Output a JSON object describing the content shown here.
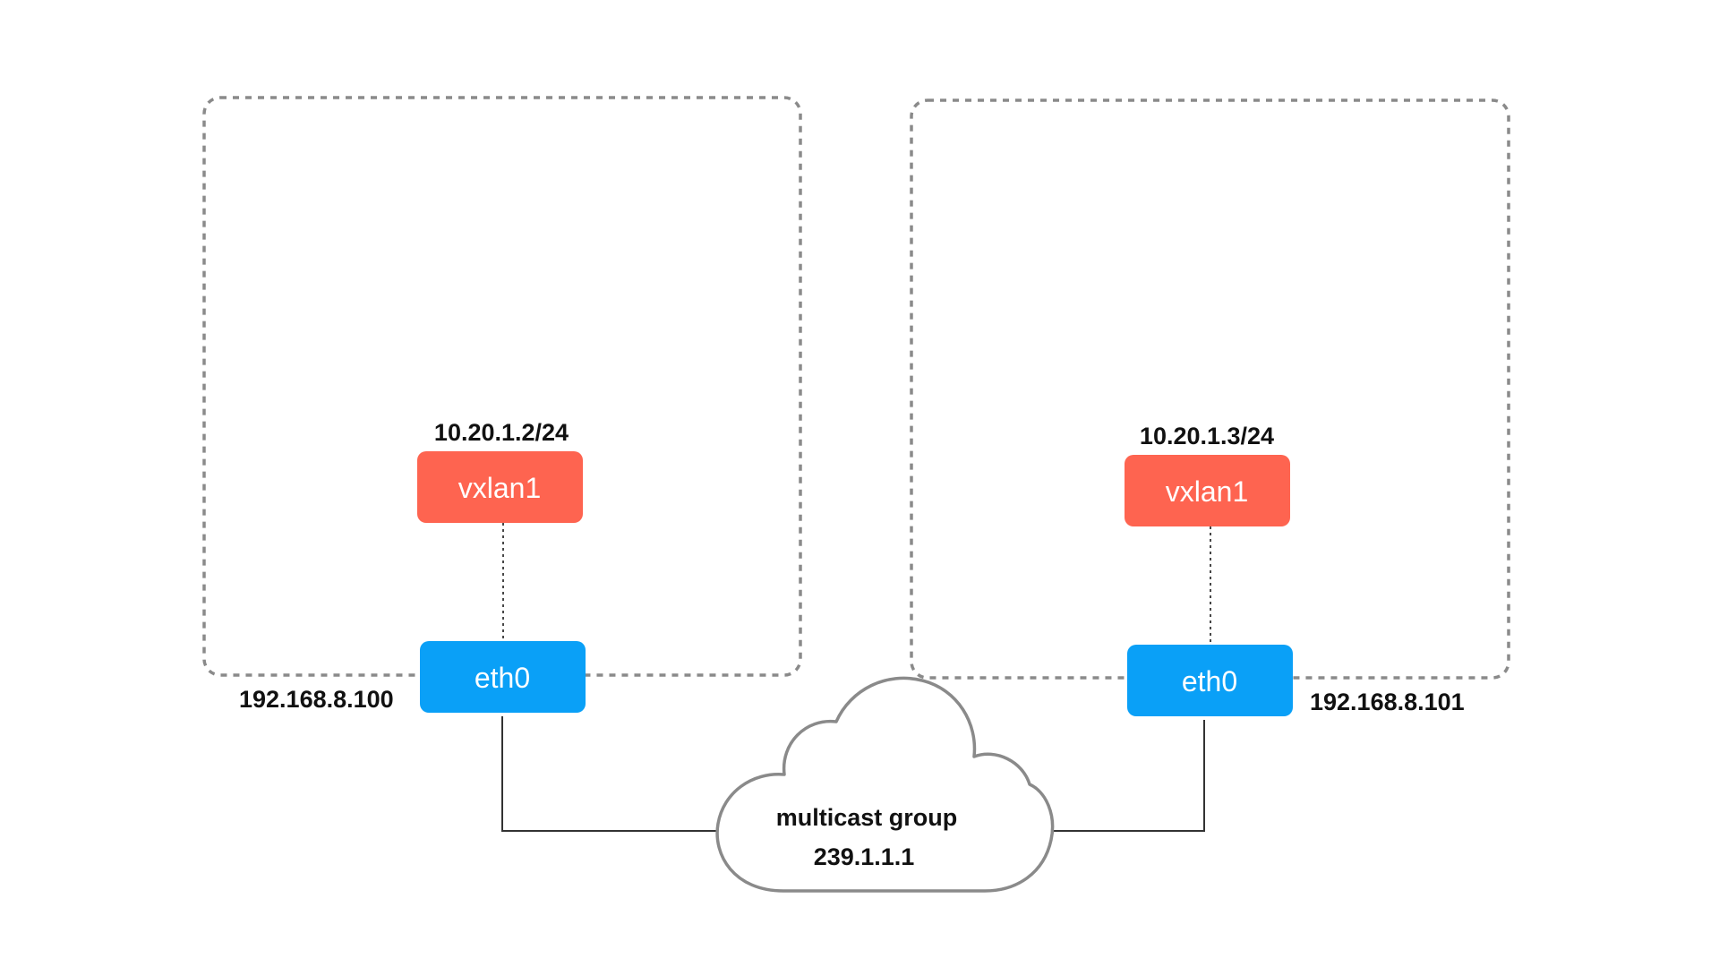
{
  "colors": {
    "vxlan": "#fe6450",
    "eth": "#0aa0f7",
    "dashed_border": "#8a8a8a",
    "line": "#333333"
  },
  "hosts": [
    {
      "vxlan": {
        "label": "vxlan1",
        "ip": "10.20.1.2/24"
      },
      "eth": {
        "label": "eth0",
        "ip": "192.168.8.100"
      }
    },
    {
      "vxlan": {
        "label": "vxlan1",
        "ip": "10.20.1.3/24"
      },
      "eth": {
        "label": "eth0",
        "ip": "192.168.8.101"
      }
    }
  ],
  "multicast": {
    "line1": "multicast group",
    "line2": "239.1.1.1"
  }
}
